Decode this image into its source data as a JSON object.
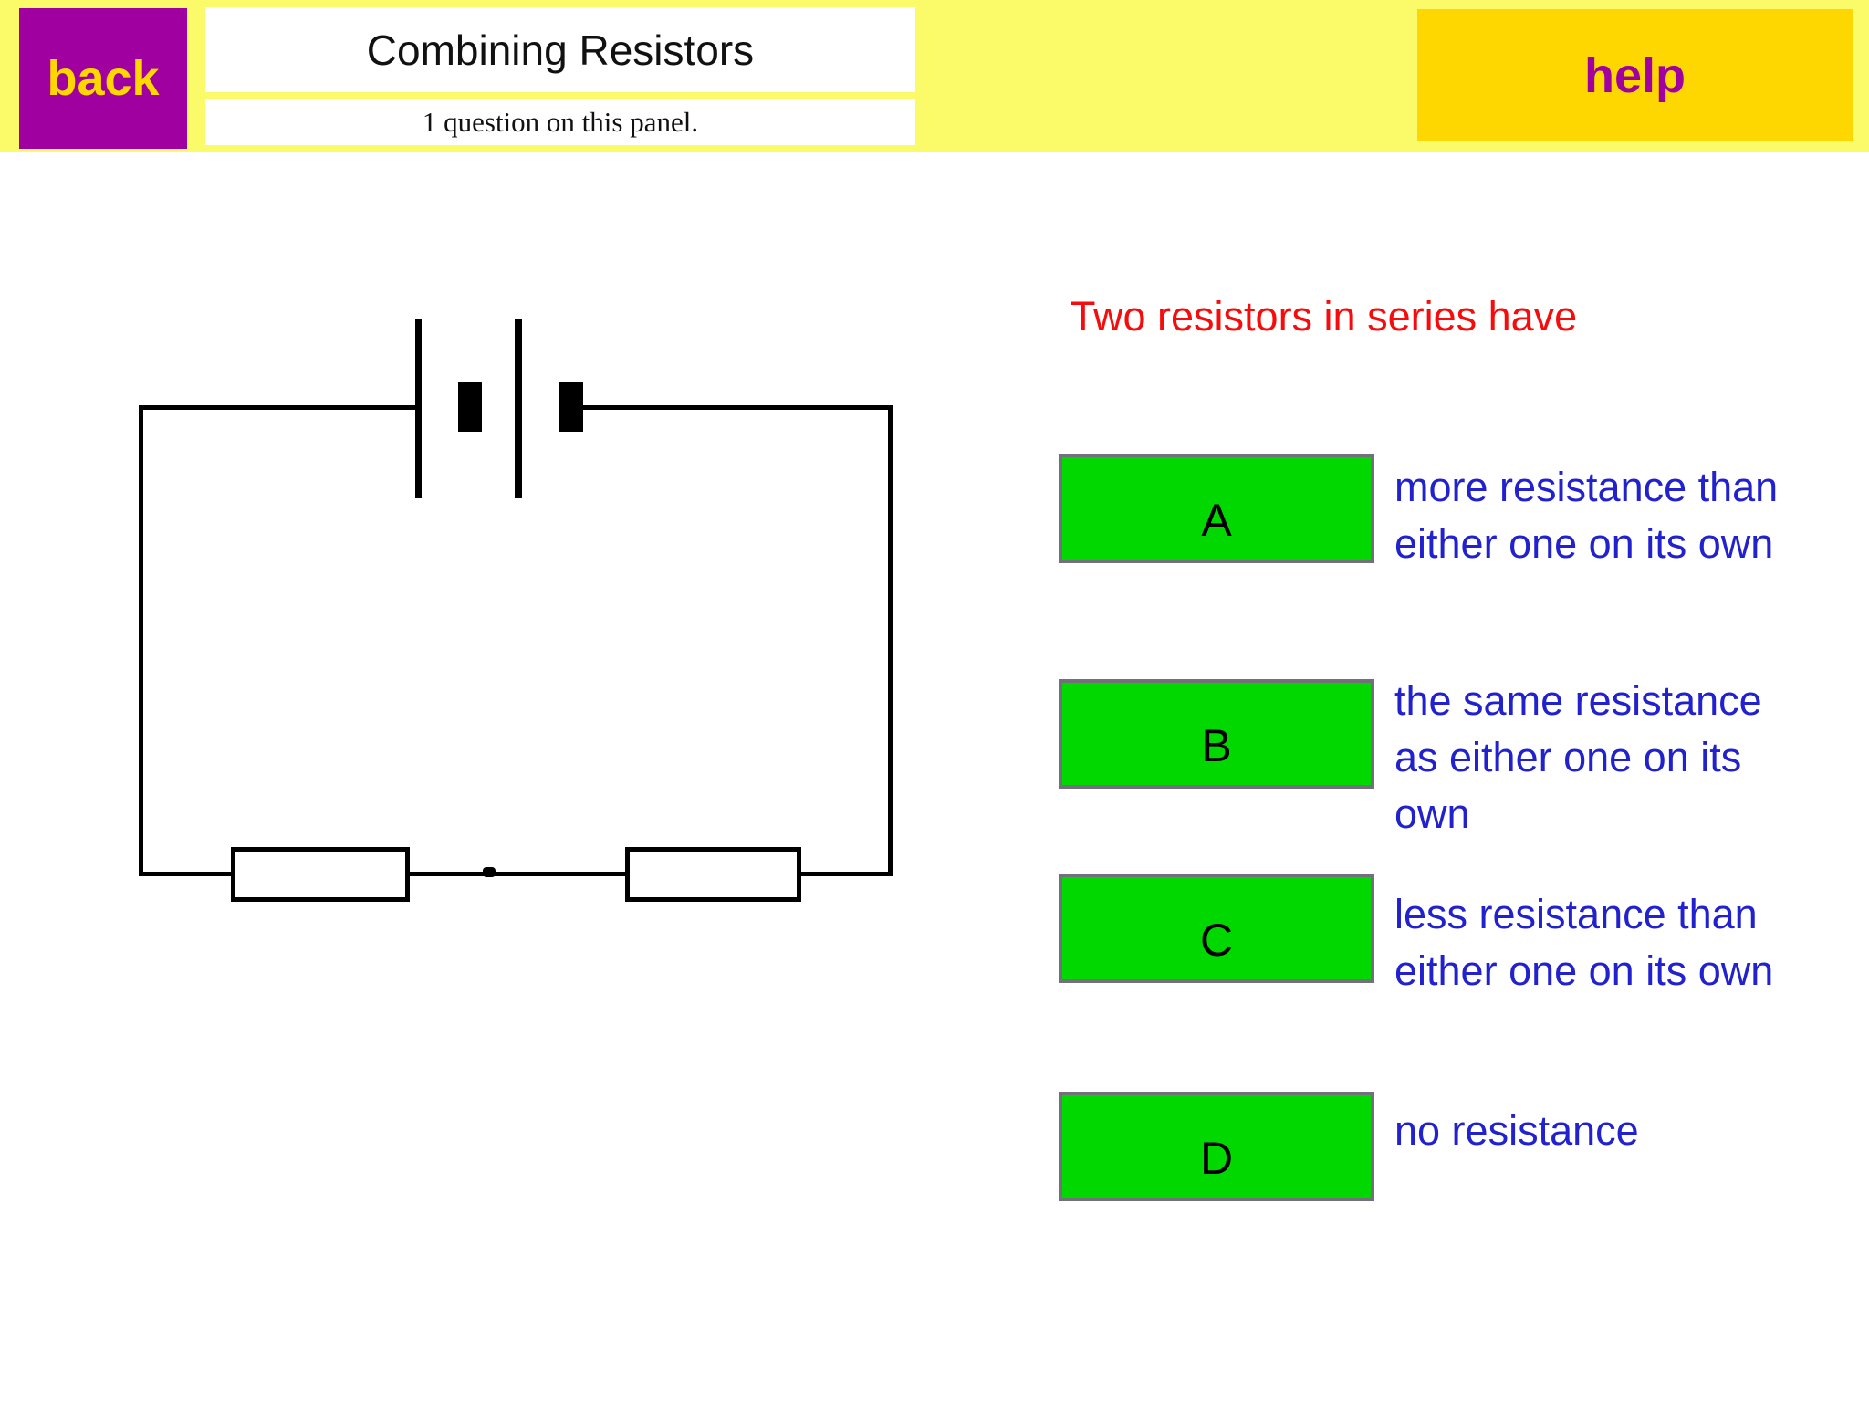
{
  "header": {
    "back_label": "back",
    "title": "Combining Resistors",
    "subtitle": "1 question on this panel.",
    "help_label": "help"
  },
  "question": "Two resistors in series have",
  "answers": [
    {
      "key": "A",
      "label": "more resistance than\neither one on its own"
    },
    {
      "key": "B",
      "label": "the same resistance\nas either one on its\nown"
    },
    {
      "key": "C",
      "label": "less resistance than\neither one on its own"
    },
    {
      "key": "D",
      "label": "no resistance"
    }
  ],
  "diagram": {
    "description": "Series circuit: two-cell battery at top, two resistors in series on the bottom wire"
  },
  "colors": {
    "header-bg": "#FBFB69",
    "purple": "#A000A0",
    "gold": "#FFD700",
    "button-green": "#00D800",
    "button-border": "#71717C",
    "answer-blue": "#2121CE",
    "question-red": "#F60C0C",
    "ink": "#000000"
  }
}
